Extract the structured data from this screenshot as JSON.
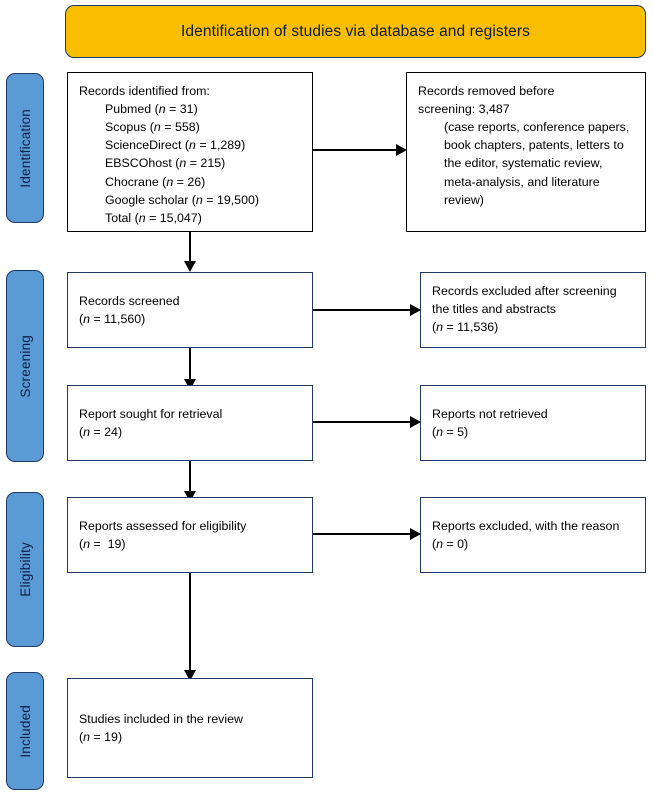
{
  "banner": {
    "title": "Identification of studies via database and registers",
    "fill": "#f9be00",
    "border": "#1f3864"
  },
  "stages": [
    {
      "key": "identification",
      "label": "Identification"
    },
    {
      "key": "screening",
      "label": "Screening"
    },
    {
      "key": "eligibility",
      "label": "Eligibility"
    },
    {
      "key": "included",
      "label": "Included"
    }
  ],
  "colors": {
    "stage_fill": "#5b9bd5",
    "stage_border": "#1f3864",
    "box_border_black": "#000000",
    "box_border_navy": "#1f3864",
    "banner_fill": "#f9be00",
    "connector": "#000000"
  },
  "boxes": {
    "records_identified": {
      "heading": "Records identified from:",
      "sources": [
        {
          "name": "Pubmed",
          "n": "31"
        },
        {
          "name": "Scopus",
          "n": "558"
        },
        {
          "name": "ScienceDirect",
          "n": "1,289"
        },
        {
          "name": "EBSCOhost",
          "n": "215"
        },
        {
          "name": "Chocrane",
          "n": "26"
        },
        {
          "name": "Google scholar",
          "n": "19,500"
        },
        {
          "name": "Total",
          "n": "15,047"
        }
      ]
    },
    "records_removed": {
      "line1": "Records removed before",
      "line2": "screening: 3,487",
      "detail": "(case reports, conference papers, book chapters, patents, letters to the editor, systematic review, meta-analysis, and literature review)"
    },
    "records_screened": {
      "label": "Records screened",
      "count": "(n = 11,560)"
    },
    "records_excluded": {
      "label": "Records excluded after screening the titles and abstracts",
      "count": "(n = 11,536)"
    },
    "report_sought": {
      "label": "Report sought for retrieval",
      "count": "(n = 24)"
    },
    "reports_not_retrieved": {
      "label": "Reports not retrieved",
      "count": "(n = 5)"
    },
    "reports_assessed": {
      "label": "Reports assessed for eligibility",
      "count": "(n =  19)"
    },
    "reports_excluded_reason": {
      "label": "Reports excluded, with the reason",
      "count": "(n = 0)"
    },
    "studies_included": {
      "label": "Studies included in the review",
      "count": "(n = 19)"
    }
  }
}
